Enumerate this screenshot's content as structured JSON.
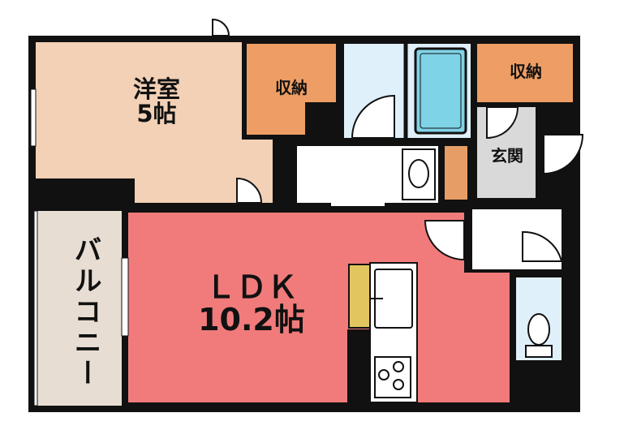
{
  "rooms": {
    "western": {
      "name": "洋室",
      "size": "5帖"
    },
    "storage_1": {
      "name": "収納"
    },
    "storage_2": {
      "name": "収納"
    },
    "entrance": {
      "name": "玄関"
    },
    "ldk": {
      "name": "ＬＤＫ",
      "size": "10.2帖"
    },
    "balcony": {
      "name": "バルコニー"
    }
  },
  "colors": {
    "western": "#f2d1b6",
    "storage": "#ee9e64",
    "bath": "#dff0fb",
    "bathtub": "#7fd3e6",
    "entrance": "#d9d9d9",
    "ldk": "#f17b7b",
    "balcony": "#e8ddd3",
    "counter": "#e3c55f",
    "fridge": "#e69d66",
    "wall": "#111111",
    "door": "#ffffff"
  }
}
